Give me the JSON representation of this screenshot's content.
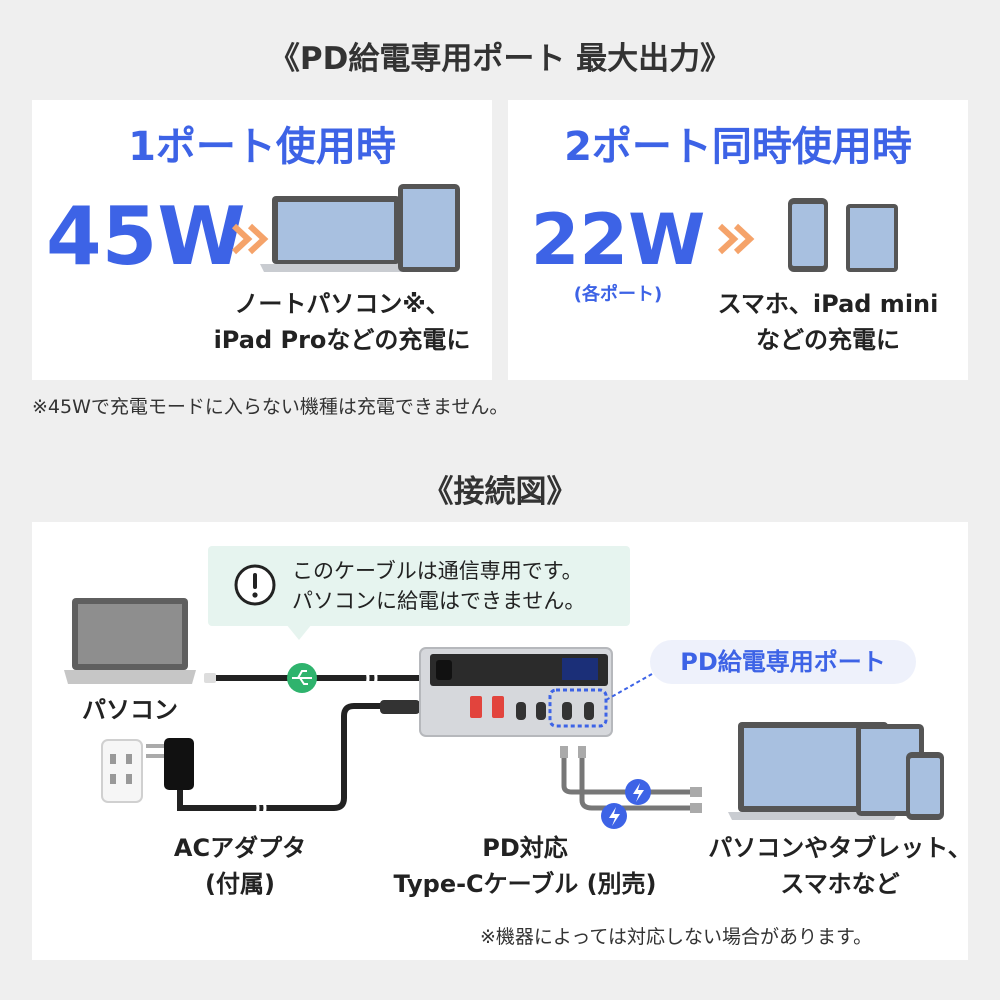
{
  "top_title": "《PD給電専用ポート 最大出力》",
  "one_port": {
    "heading": "1ポート使用時",
    "watts": "45W",
    "desc_line1": "ノートパソコン※、",
    "desc_line2": "iPad Proなどの充電に"
  },
  "two_port": {
    "heading": "2ポート同時使用時",
    "watts": "22W",
    "per_port": "(各ポート)",
    "desc_line1": "スマホ、iPad mini",
    "desc_line2": "などの充電に"
  },
  "footnote_1": "※45Wで充電モードに入らない機種は充電できません。",
  "diagram_title": "《接続図》",
  "callout": {
    "line1": "このケーブルは通信専用です。",
    "line2": "パソコンに給電はできません。"
  },
  "pd_port_label": "PD給電専用ポート",
  "labels": {
    "pc": "パソコン",
    "adapter_line1": "ACアダプタ",
    "adapter_line2": "(付属)",
    "cable_line1": "PD対応",
    "cable_line2": "Type-Cケーブル (別売)",
    "devices_line1": "パソコンやタブレット、",
    "devices_line2": "スマホなど"
  },
  "footnote_2": "※機器によっては対応しない場合があります。",
  "colors": {
    "accent": "#3d63e6",
    "callout_bg": "#e6f4ef",
    "usb_green": "#2fb36d"
  }
}
